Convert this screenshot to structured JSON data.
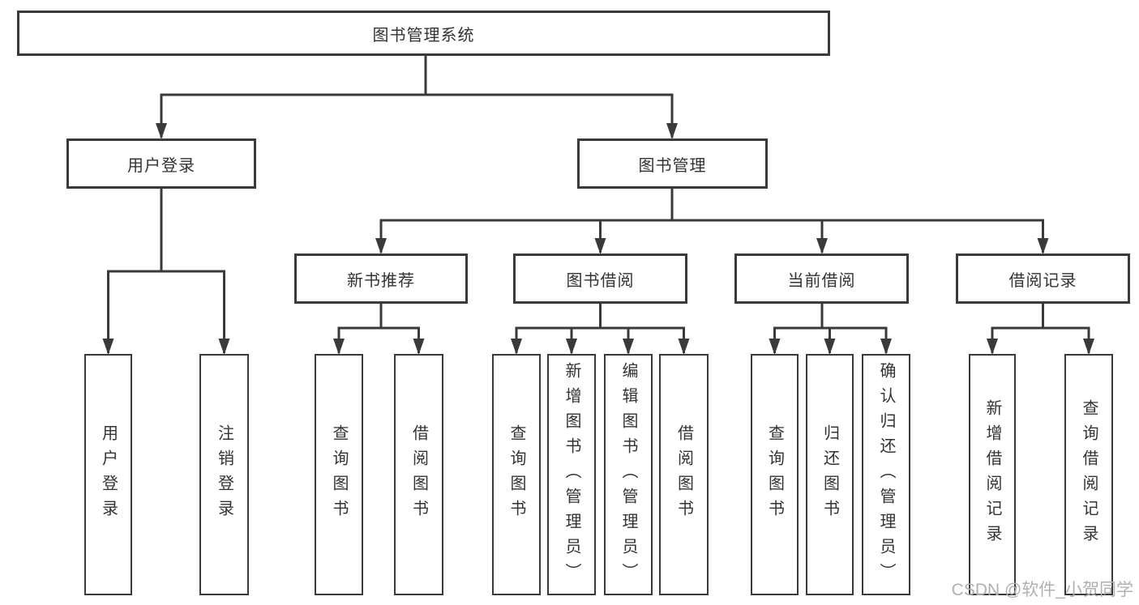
{
  "diagram": {
    "tree": {
      "label": "图书管理系统",
      "children": [
        {
          "label": "用户登录",
          "children": [
            {
              "label": "用户登录"
            },
            {
              "label": "注销登录"
            }
          ]
        },
        {
          "label": "图书管理",
          "children": [
            {
              "label": "新书推荐",
              "children": [
                {
                  "label": "查询图书"
                },
                {
                  "label": "借阅图书"
                }
              ]
            },
            {
              "label": "图书借阅",
              "children": [
                {
                  "label": "查询图书"
                },
                {
                  "label": "新增图书（管理员）"
                },
                {
                  "label": "编辑图书（管理员）"
                },
                {
                  "label": "借阅图书"
                }
              ]
            },
            {
              "label": "当前借阅",
              "children": [
                {
                  "label": "查询图书"
                },
                {
                  "label": "归还图书"
                },
                {
                  "label": "确认归还（管理员）"
                }
              ]
            },
            {
              "label": "借阅记录",
              "children": [
                {
                  "label": "新增借阅记录"
                },
                {
                  "label": "查询借阅记录"
                }
              ]
            }
          ]
        }
      ]
    },
    "colors": {
      "line": "#3a3a3a",
      "text": "#333333",
      "background": "#ffffff",
      "watermark": "#b0b0b0"
    }
  },
  "watermark": "CSDN @软件_小贺同学"
}
